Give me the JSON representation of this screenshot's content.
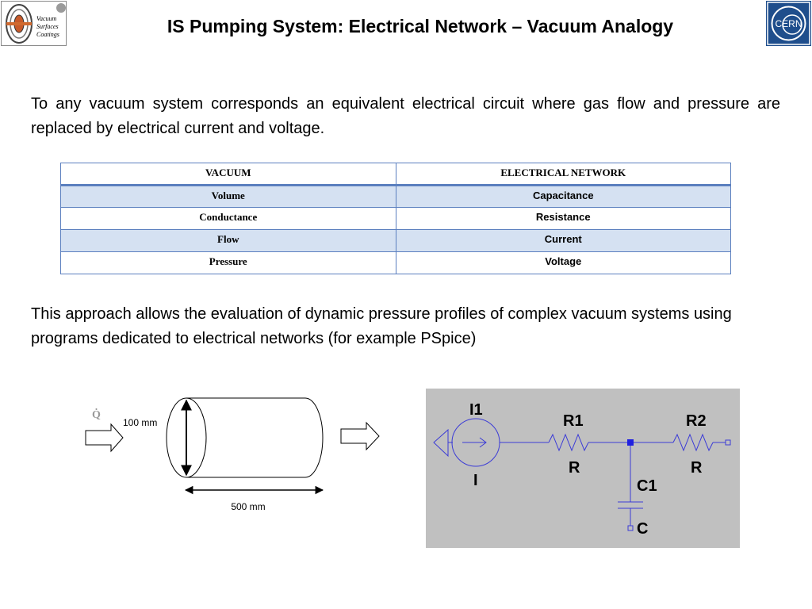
{
  "header": {
    "title": "IS Pumping System: Electrical Network – Vacuum Analogy",
    "left_logo": {
      "icon": "vacuum-surfaces-coatings-logo",
      "text": [
        "Vacuum",
        "Surfaces",
        "Coatings"
      ]
    },
    "right_logo": {
      "icon": "cern-logo",
      "text": "CERN"
    }
  },
  "intro_text": "To any vacuum system corresponds an equivalent electrical circuit where gas flow and pressure are replaced by electrical current and voltage.",
  "table": {
    "headers": [
      "VACUUM",
      "ELECTRICAL NETWORK"
    ],
    "rows": [
      [
        "Volume",
        "Capacitance"
      ],
      [
        "Conductance",
        "Resistance"
      ],
      [
        "Flow",
        "Current"
      ],
      [
        "Pressure",
        "Voltage"
      ]
    ]
  },
  "approach_text": "This approach allows the evaluation of dynamic pressure profiles of complex vacuum systems using programs dedicated to electrical networks (for example PSpice)",
  "vacuum_diagram": {
    "flow_symbol": "Q̇",
    "diameter_label": "100 mm",
    "length_label": "500 mm"
  },
  "circuit": {
    "background": "#c0c0c0",
    "wire_color": "#3b3bd6",
    "source_name": "I1",
    "source_value": "I",
    "r1_name": "R1",
    "r1_value": "R",
    "r2_name": "R2",
    "r2_value": "R",
    "c_name": "C1",
    "c_value": "C"
  }
}
